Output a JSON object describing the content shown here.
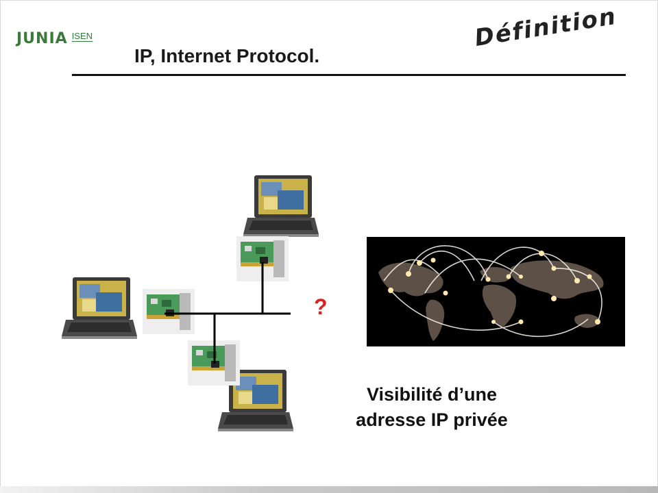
{
  "logo": {
    "brand": "JUNIA",
    "sub": "ISEN"
  },
  "title": "IP, Internet Protocol.",
  "stamp": "Définition",
  "diagram": {
    "question_mark": "?",
    "caption_line1": "Visibilité d’une",
    "caption_line2": "adresse IP privée"
  },
  "colors": {
    "brand_green": "#3b7a3a",
    "question": "#e02020",
    "map_background": "#000000",
    "map_glow": "#ffe9b0"
  },
  "icons": [
    "laptop-icon",
    "network-card-icon",
    "world-map-image"
  ]
}
